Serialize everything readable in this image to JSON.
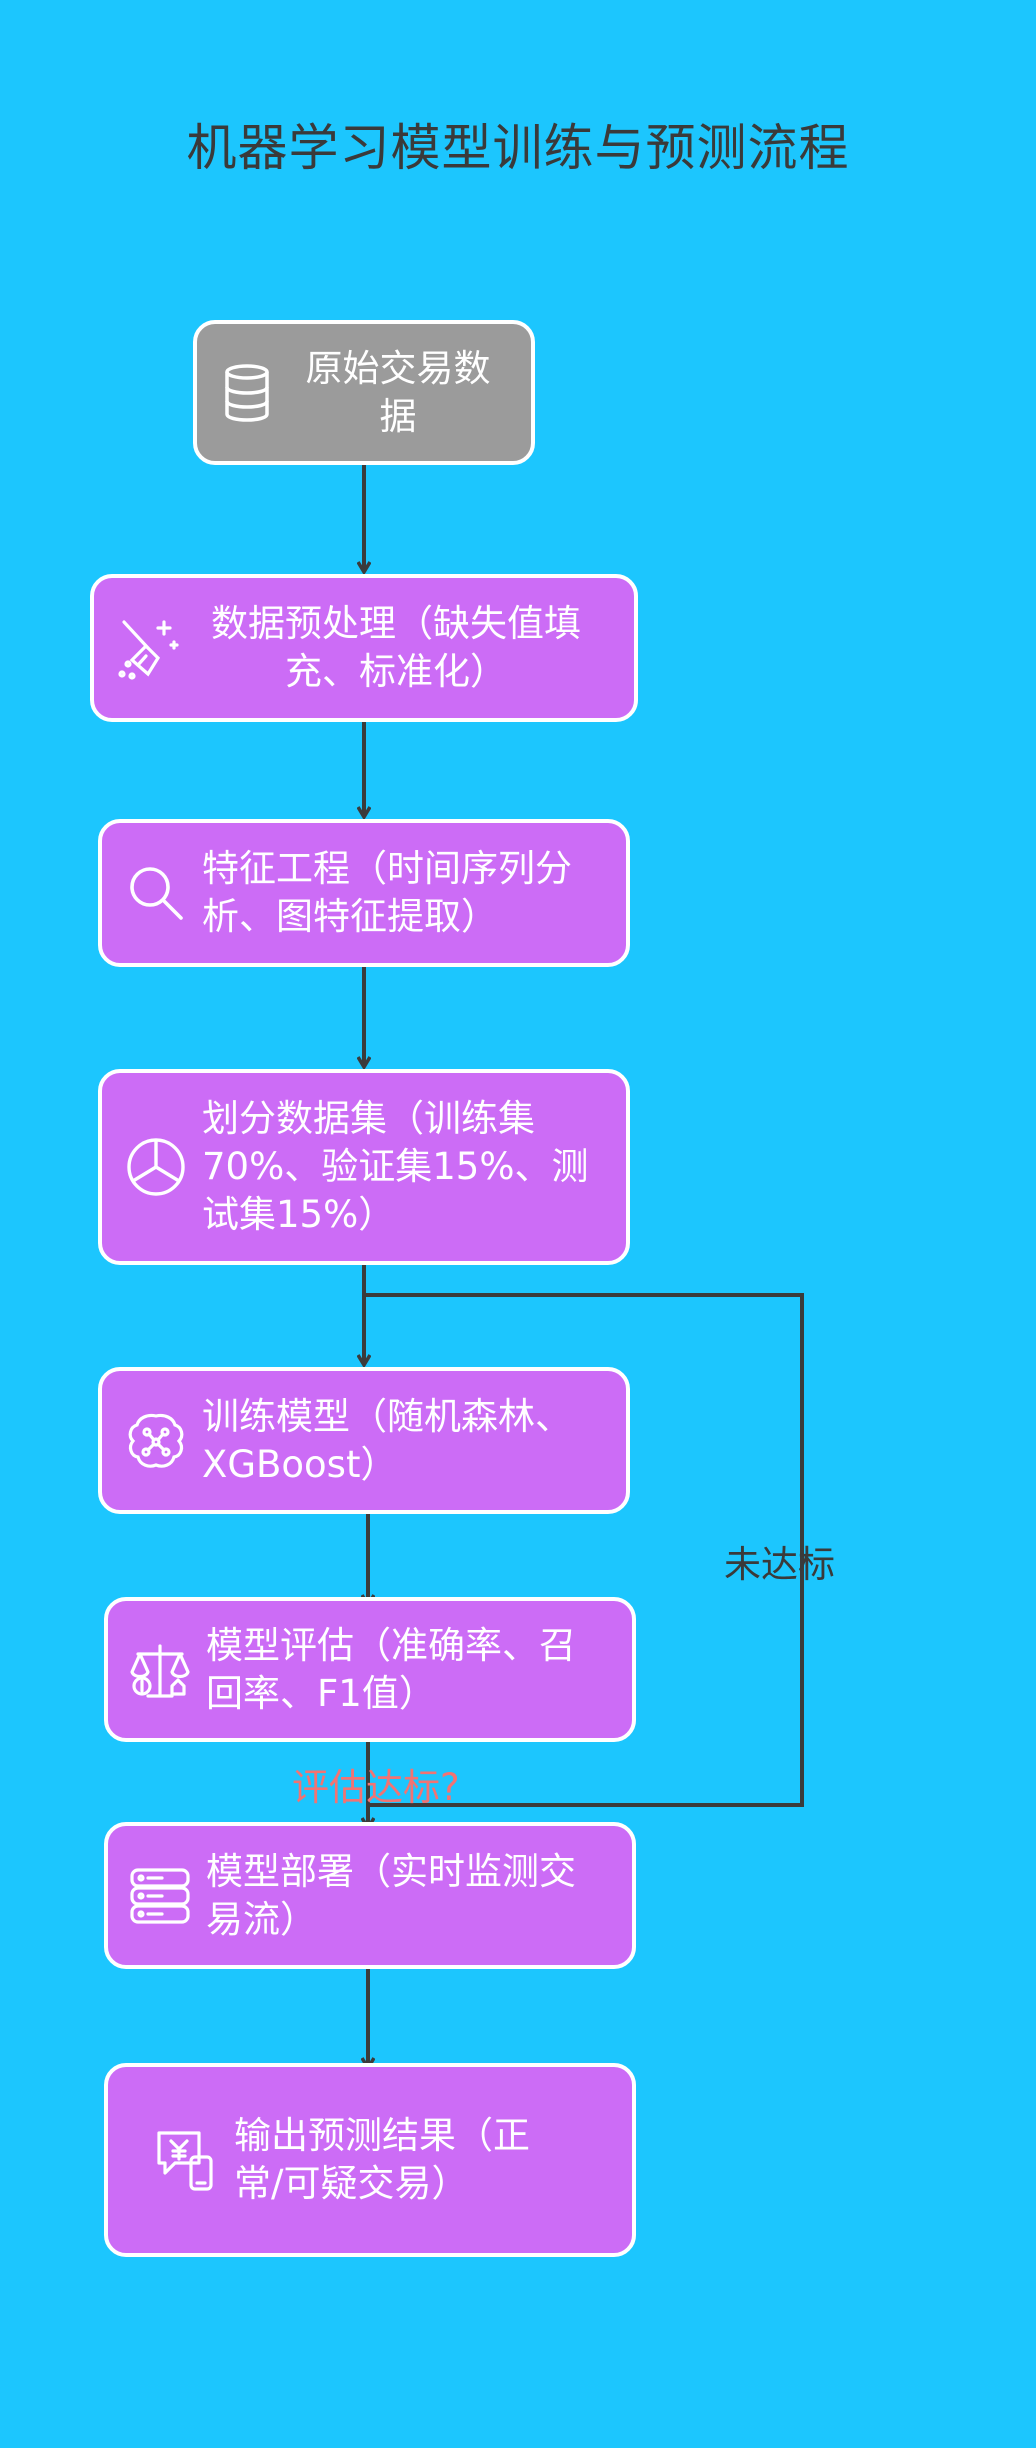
{
  "title": "机器学习模型训练与预测流程",
  "colors": {
    "background": "#1cc6fe",
    "start_node": "#9b9b9b",
    "process_node": "#cc6cf6",
    "arrow": "#3b3b3b",
    "condition_text": "#f27373"
  },
  "nodes": [
    {
      "id": "raw-data",
      "icon": "database-icon",
      "label": "原始交易数据"
    },
    {
      "id": "preprocess",
      "icon": "magic-broom-icon",
      "label": "数据预处理（缺失值填充、标准化）"
    },
    {
      "id": "feature-eng",
      "icon": "search-icon",
      "label": "特征工程（时间序列分析、图特征提取）"
    },
    {
      "id": "split",
      "icon": "pie-chart-icon",
      "label": "划分数据集（训练集70%、验证集15%、测试集15%）"
    },
    {
      "id": "train",
      "icon": "brain-icon",
      "label": "训练模型（随机森林、XGBoost）"
    },
    {
      "id": "evaluate",
      "icon": "balance-scale-icon",
      "label": "模型评估（准确率、召回率、F1值）"
    },
    {
      "id": "deploy",
      "icon": "server-icon",
      "label": "模型部署（实时监测交易流）"
    },
    {
      "id": "output",
      "icon": "money-message-icon",
      "label": "输出预测结果（正常/可疑交易）"
    }
  ],
  "edges": {
    "loop_label": "未达标",
    "condition_label": "评估达标?"
  }
}
